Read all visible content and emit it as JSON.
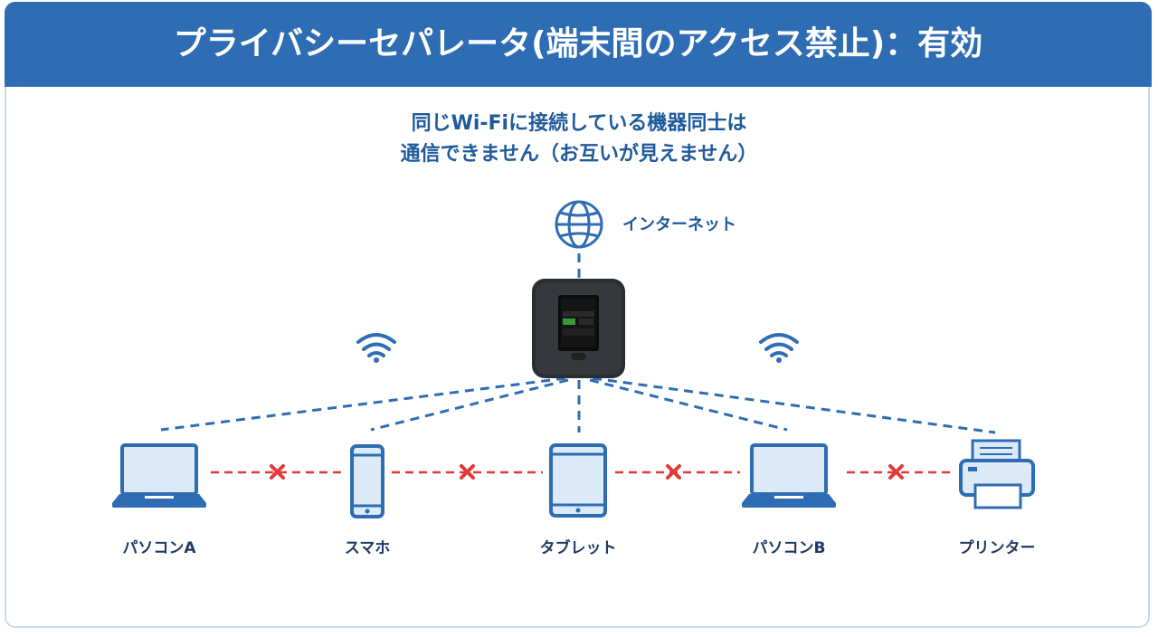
{
  "header": {
    "title": "プライバシーセパレータ(端末間のアクセス禁止)：有効"
  },
  "description": {
    "line1": "同じWi-Fiに接続している機器同士は",
    "line2": "通信できません（お互いが見えません）"
  },
  "internet": {
    "label": "インターネット",
    "icon": "globe-icon"
  },
  "router": {
    "icon": "mobile-router-icon"
  },
  "devices": [
    {
      "id": "pc-a",
      "label": "パソコンA",
      "icon": "laptop-icon"
    },
    {
      "id": "smartphone",
      "label": "スマホ",
      "icon": "smartphone-icon"
    },
    {
      "id": "tablet",
      "label": "タブレット",
      "icon": "tablet-icon"
    },
    {
      "id": "pc-b",
      "label": "パソコンB",
      "icon": "laptop-icon"
    },
    {
      "id": "printer",
      "label": "プリンター",
      "icon": "printer-icon"
    }
  ],
  "colors": {
    "banner": "#2e6db4",
    "text_blue": "#1f5a9c",
    "dashed_link": "#2e6db4",
    "blocked_link": "#e03a3a",
    "device_fill": "#dce9f7"
  },
  "blocked_marker": "✕"
}
